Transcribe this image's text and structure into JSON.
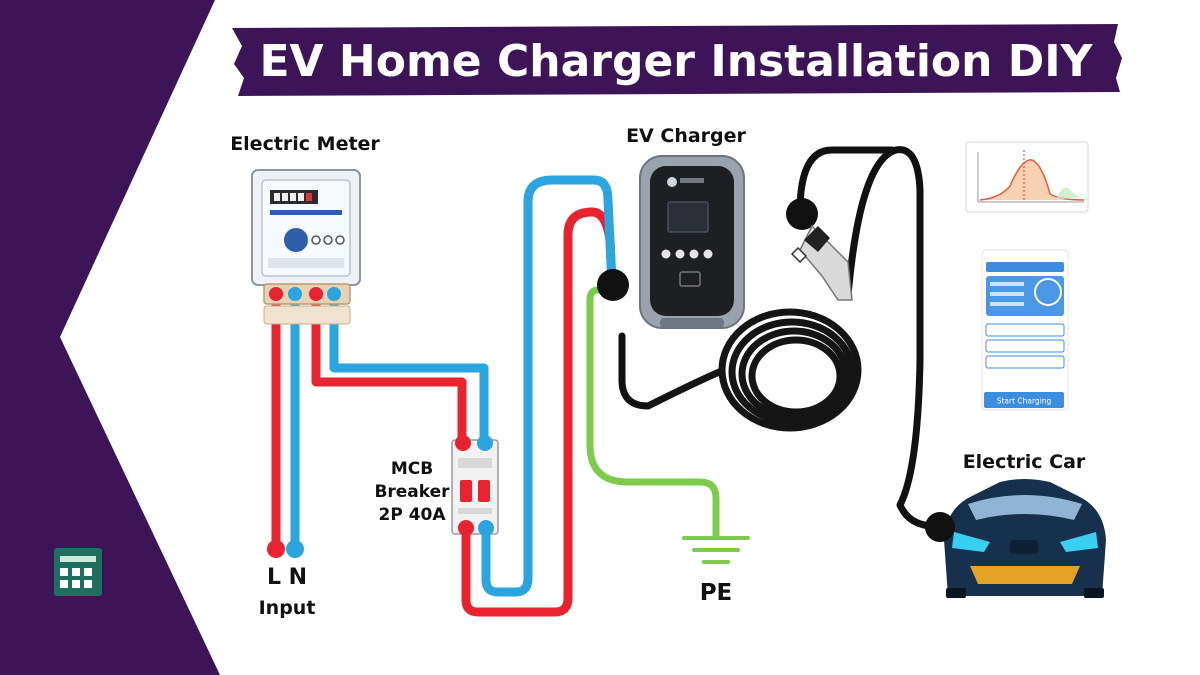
{
  "title": "EV Home Charger Installation DIY",
  "labels": {
    "meter": "Electric Meter",
    "charger": "EV Charger",
    "car": "Electric Car",
    "mcb_line1": "MCB",
    "mcb_line2": "Breaker",
    "mcb_line3": "2P 40A",
    "ln": "L N",
    "input": "Input",
    "pe": "PE"
  },
  "app_screen": {
    "start_button": "Start Charging"
  },
  "colors": {
    "purple": "#3d1458",
    "live_wire": "#e8232f",
    "neutral_wire": "#2aa5e0",
    "earth_wire": "#7dcb4a",
    "cable": "#111111",
    "app_blue": "#3b8de0"
  },
  "icons": [
    "qr-code-icon",
    "plug-connector-icon",
    "ground-symbol-icon"
  ]
}
